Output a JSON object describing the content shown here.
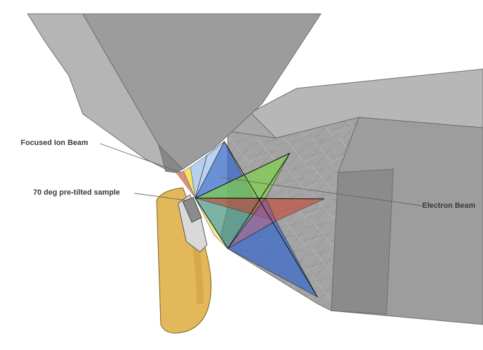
{
  "labels": {
    "focused_ion_beam": "Focused Ion Beam",
    "sample": "70 deg pre-tilted sample",
    "electron_beam": "Electron Beam"
  },
  "colors": {
    "column_gray": "#9b9b9b",
    "column_light": "#b5b5b5",
    "column_dark": "#7e7e7e",
    "sample_holder": "#e2b85b",
    "beam_blue": "#3c6bc9",
    "beam_green": "#7fd34a",
    "beam_red": "#c5442f",
    "beam_yellow": "#f3e04a",
    "beam_lightblue": "#a9c8ee"
  }
}
